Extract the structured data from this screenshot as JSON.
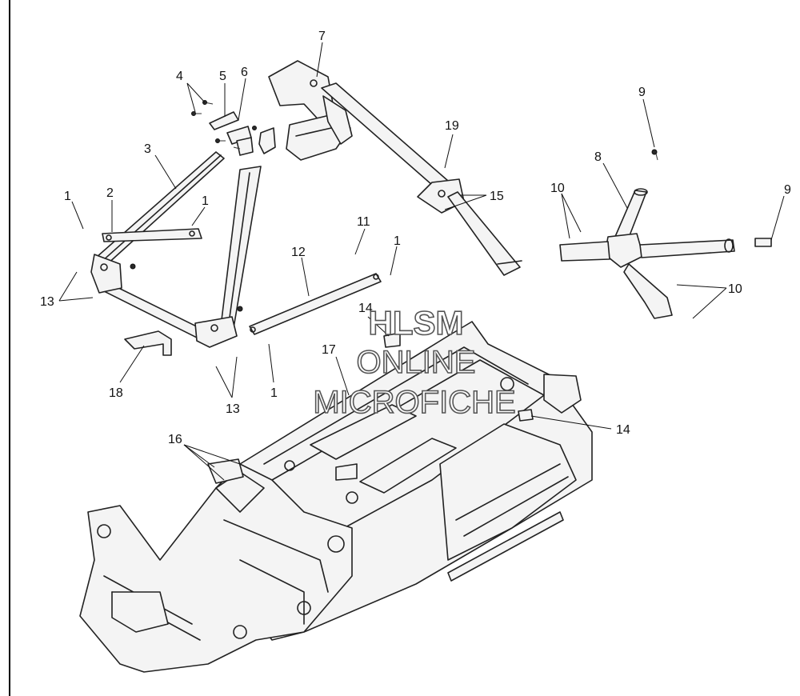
{
  "callouts": {
    "c1a": "1",
    "c1b": "1",
    "c1c": "1",
    "c1d": "1",
    "c2": "2",
    "c3": "3",
    "c4": "4",
    "c5": "5",
    "c6": "6",
    "c7": "7",
    "c8": "8",
    "c9a": "9",
    "c9b": "9",
    "c10a": "10",
    "c10b": "10",
    "c11": "11",
    "c12": "12",
    "c13a": "13",
    "c13b": "13",
    "c14a": "14",
    "c14b": "14",
    "c15": "15",
    "c16": "16",
    "c17": "17",
    "c18": "18",
    "c19": "19"
  },
  "watermark": {
    "line1": "HLSM",
    "line2": "ONLINE",
    "line3": "MICROFICHE"
  }
}
